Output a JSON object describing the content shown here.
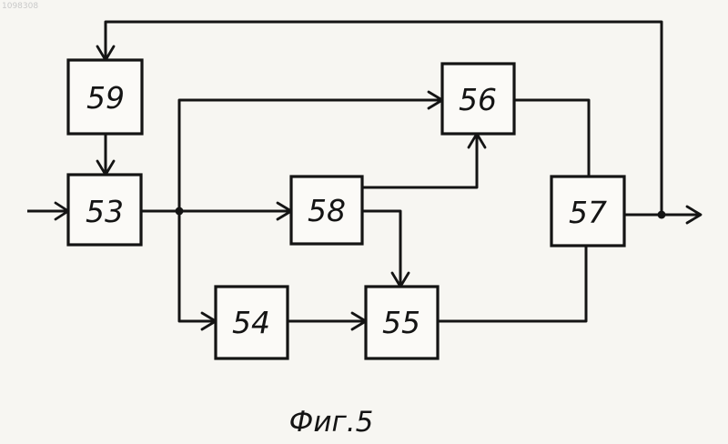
{
  "document_id": "1098308",
  "caption": "Фиг.5",
  "blocks": {
    "b53": "53",
    "b54": "54",
    "b55": "55",
    "b56": "56",
    "b57": "57",
    "b58": "58",
    "b59": "59"
  }
}
